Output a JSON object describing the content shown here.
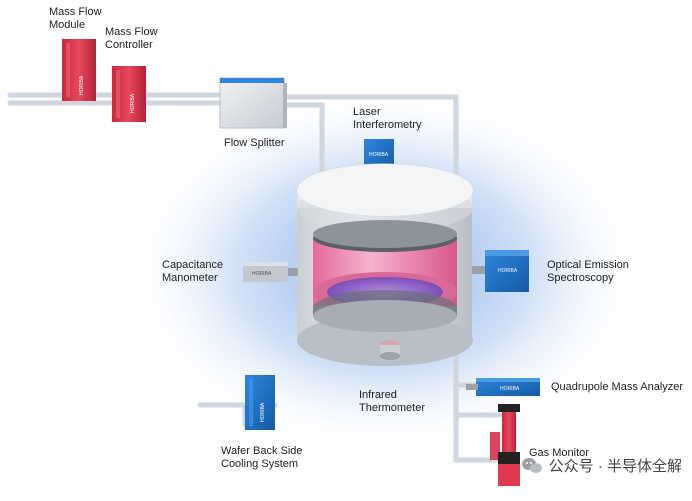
{
  "labels": {
    "mass_flow_module": [
      "Mass Flow",
      "Module"
    ],
    "mass_flow_controller": [
      "Mass Flow",
      "Controller"
    ],
    "flow_splitter": "Flow Splitter",
    "laser_interferometry": [
      "Laser",
      "Interferometry"
    ],
    "capacitance_manometer": [
      "Capacitance",
      "Manometer"
    ],
    "optical_emission": [
      "Optical Emission",
      "Spectroscopy"
    ],
    "infrared_thermometer": [
      "Infrared",
      "Thermometer"
    ],
    "quadrupole": "Quadrupole Mass Analyzer",
    "wafer_back_side": [
      "Wafer Back Side",
      "Cooling System"
    ],
    "gas_monitor": "Gas Monitor"
  },
  "brand_text": "HORIBA",
  "watermark": "公众号 · 半导体全解",
  "colors": {
    "red_device": "#e0384e",
    "blue_device": "#1e6fc4",
    "pipe": "#cfd6de",
    "glow": "#8fb6ea",
    "chamber_pink": "#f08fb6",
    "wafer": "#8e63c9"
  }
}
